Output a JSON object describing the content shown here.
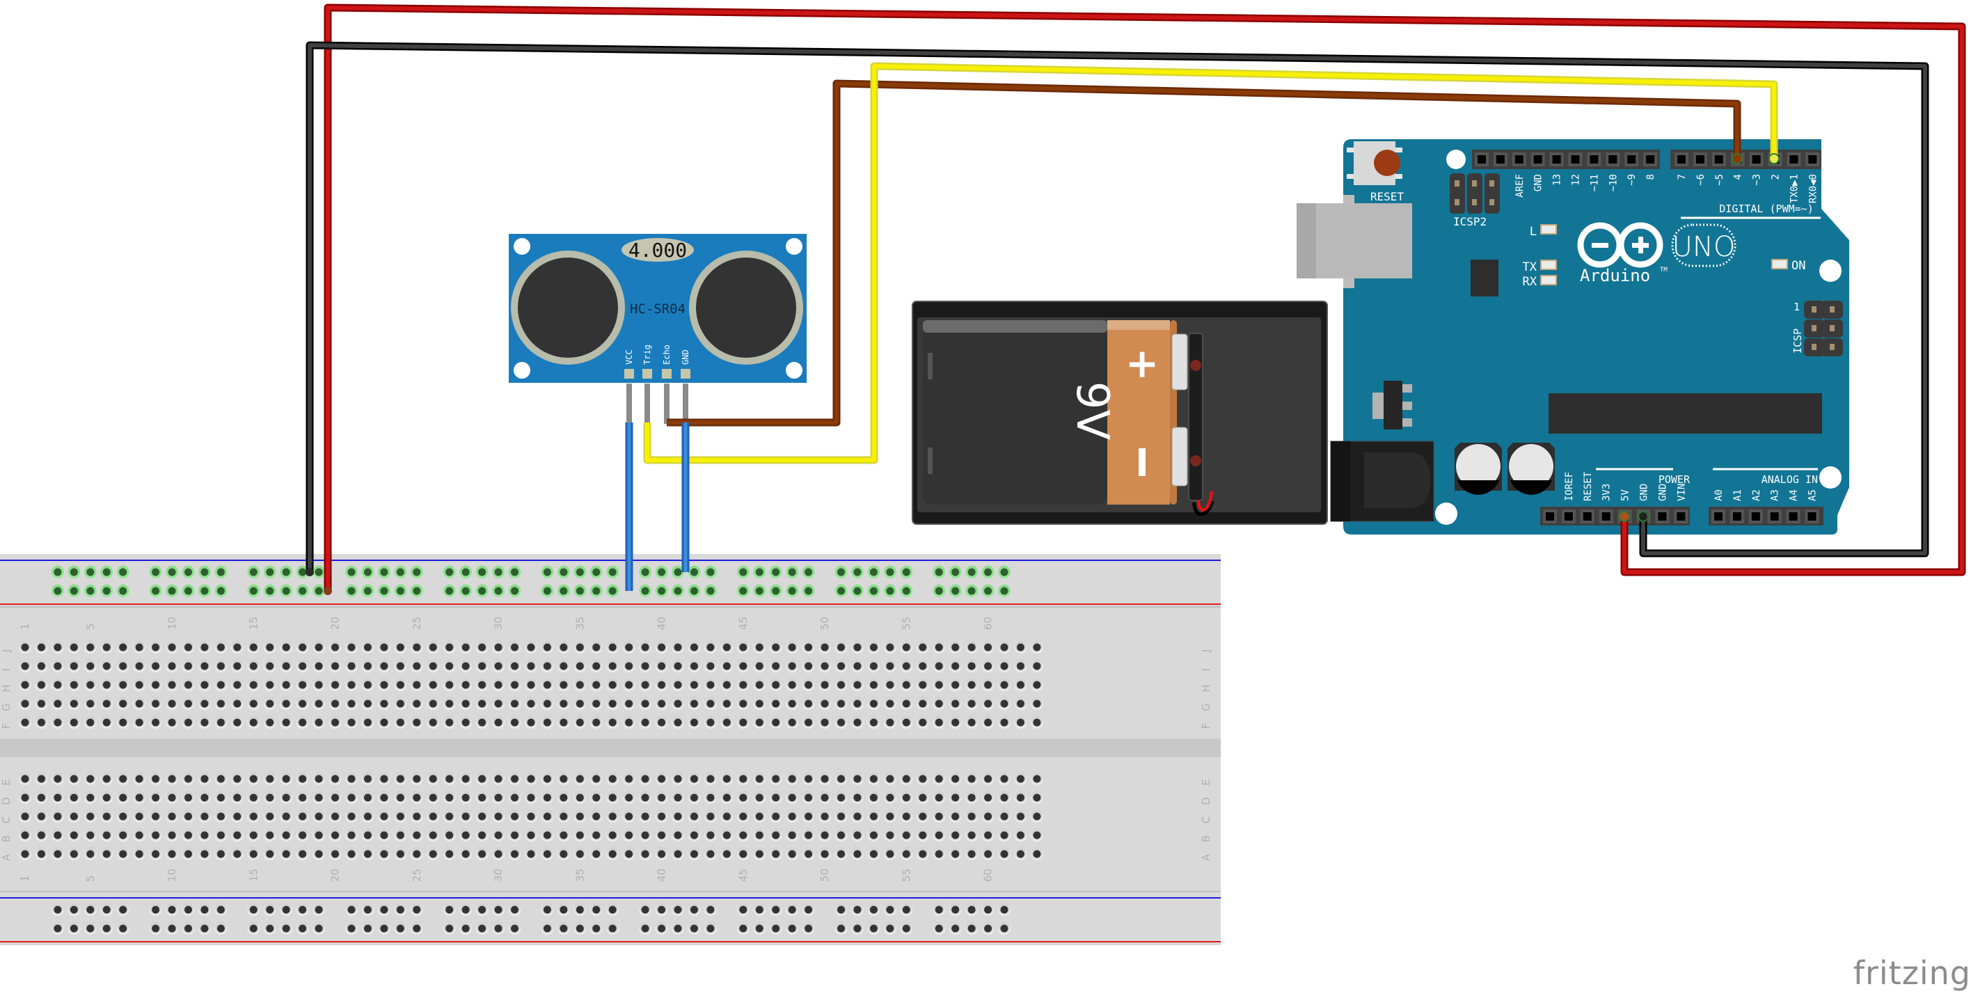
{
  "app": {
    "watermark": "fritzing"
  },
  "colors": {
    "arduino_board": "#127595",
    "sensor_board": "#1a7cbd",
    "breadboard": "#d9d9d9",
    "rail_positive": "#e01b1b",
    "rail_negative": "#1b1be0",
    "wire_red": "#cc1515",
    "wire_black": "#3c3c3c",
    "wire_yellow": "#f8f000",
    "wire_brown": "#8a3b08",
    "wire_blue": "#3e8ddd",
    "battery_band": "#d18a50"
  },
  "sensor": {
    "display": "4.000",
    "model": "HC-SR04",
    "pins": [
      "VCC",
      "Trig",
      "Echo",
      "GND"
    ]
  },
  "battery": {
    "label": "9V",
    "plus": "+",
    "minus": "−"
  },
  "arduino": {
    "reset_label": "RESET",
    "icsp2_label": "ICSP2",
    "icsp_label": "ICSP",
    "icsp_pin1": "1",
    "led_l": "L",
    "led_tx": "TX",
    "led_rx": "RX",
    "led_on": "ON",
    "brand": "Arduino",
    "tm": "TM",
    "model": "UNO",
    "digital_label": "DIGITAL (PWM=~)",
    "power_label": "POWER",
    "analog_label": "ANALOG IN",
    "header_top_left": [
      "",
      "",
      "AREF",
      "GND",
      "13",
      "12",
      "~11",
      "~10",
      "~9",
      "8"
    ],
    "header_top_right": [
      "7",
      "~6",
      "~5",
      "4",
      "~3",
      "2",
      "TX0▶1",
      "RX0◀0"
    ],
    "header_power": [
      "",
      "IOREF",
      "RESET",
      "3V3",
      "5V",
      "GND",
      "GND",
      "VIN"
    ],
    "header_analog": [
      "A0",
      "A1",
      "A2",
      "A3",
      "A4",
      "A5"
    ]
  },
  "breadboard": {
    "columns": 63,
    "column_labels": [
      "1",
      "5",
      "10",
      "15",
      "20",
      "25",
      "30",
      "35",
      "40",
      "45",
      "50",
      "55",
      "60"
    ],
    "rows_top": [
      "J",
      "I",
      "H",
      "G",
      "F"
    ],
    "rows_bottom": [
      "E",
      "D",
      "C",
      "B",
      "A"
    ]
  },
  "connections": [
    {
      "wire": "red",
      "from": "Arduino 5V",
      "to": "Breadboard top rail (+)"
    },
    {
      "wire": "black",
      "from": "Arduino GND",
      "to": "Breadboard top rail (-)"
    },
    {
      "wire": "yellow",
      "from": "HC-SR04 Trig",
      "to": "Arduino D2"
    },
    {
      "wire": "brown",
      "from": "HC-SR04 Echo",
      "to": "Arduino D4"
    },
    {
      "wire": "blue",
      "from": "HC-SR04 VCC",
      "to": "Breadboard top rail (+)"
    },
    {
      "wire": "blue",
      "from": "HC-SR04 GND",
      "to": "Breadboard top rail (-)"
    },
    {
      "wire": "battery",
      "from": "9V battery",
      "to": "Arduino barrel jack"
    }
  ]
}
